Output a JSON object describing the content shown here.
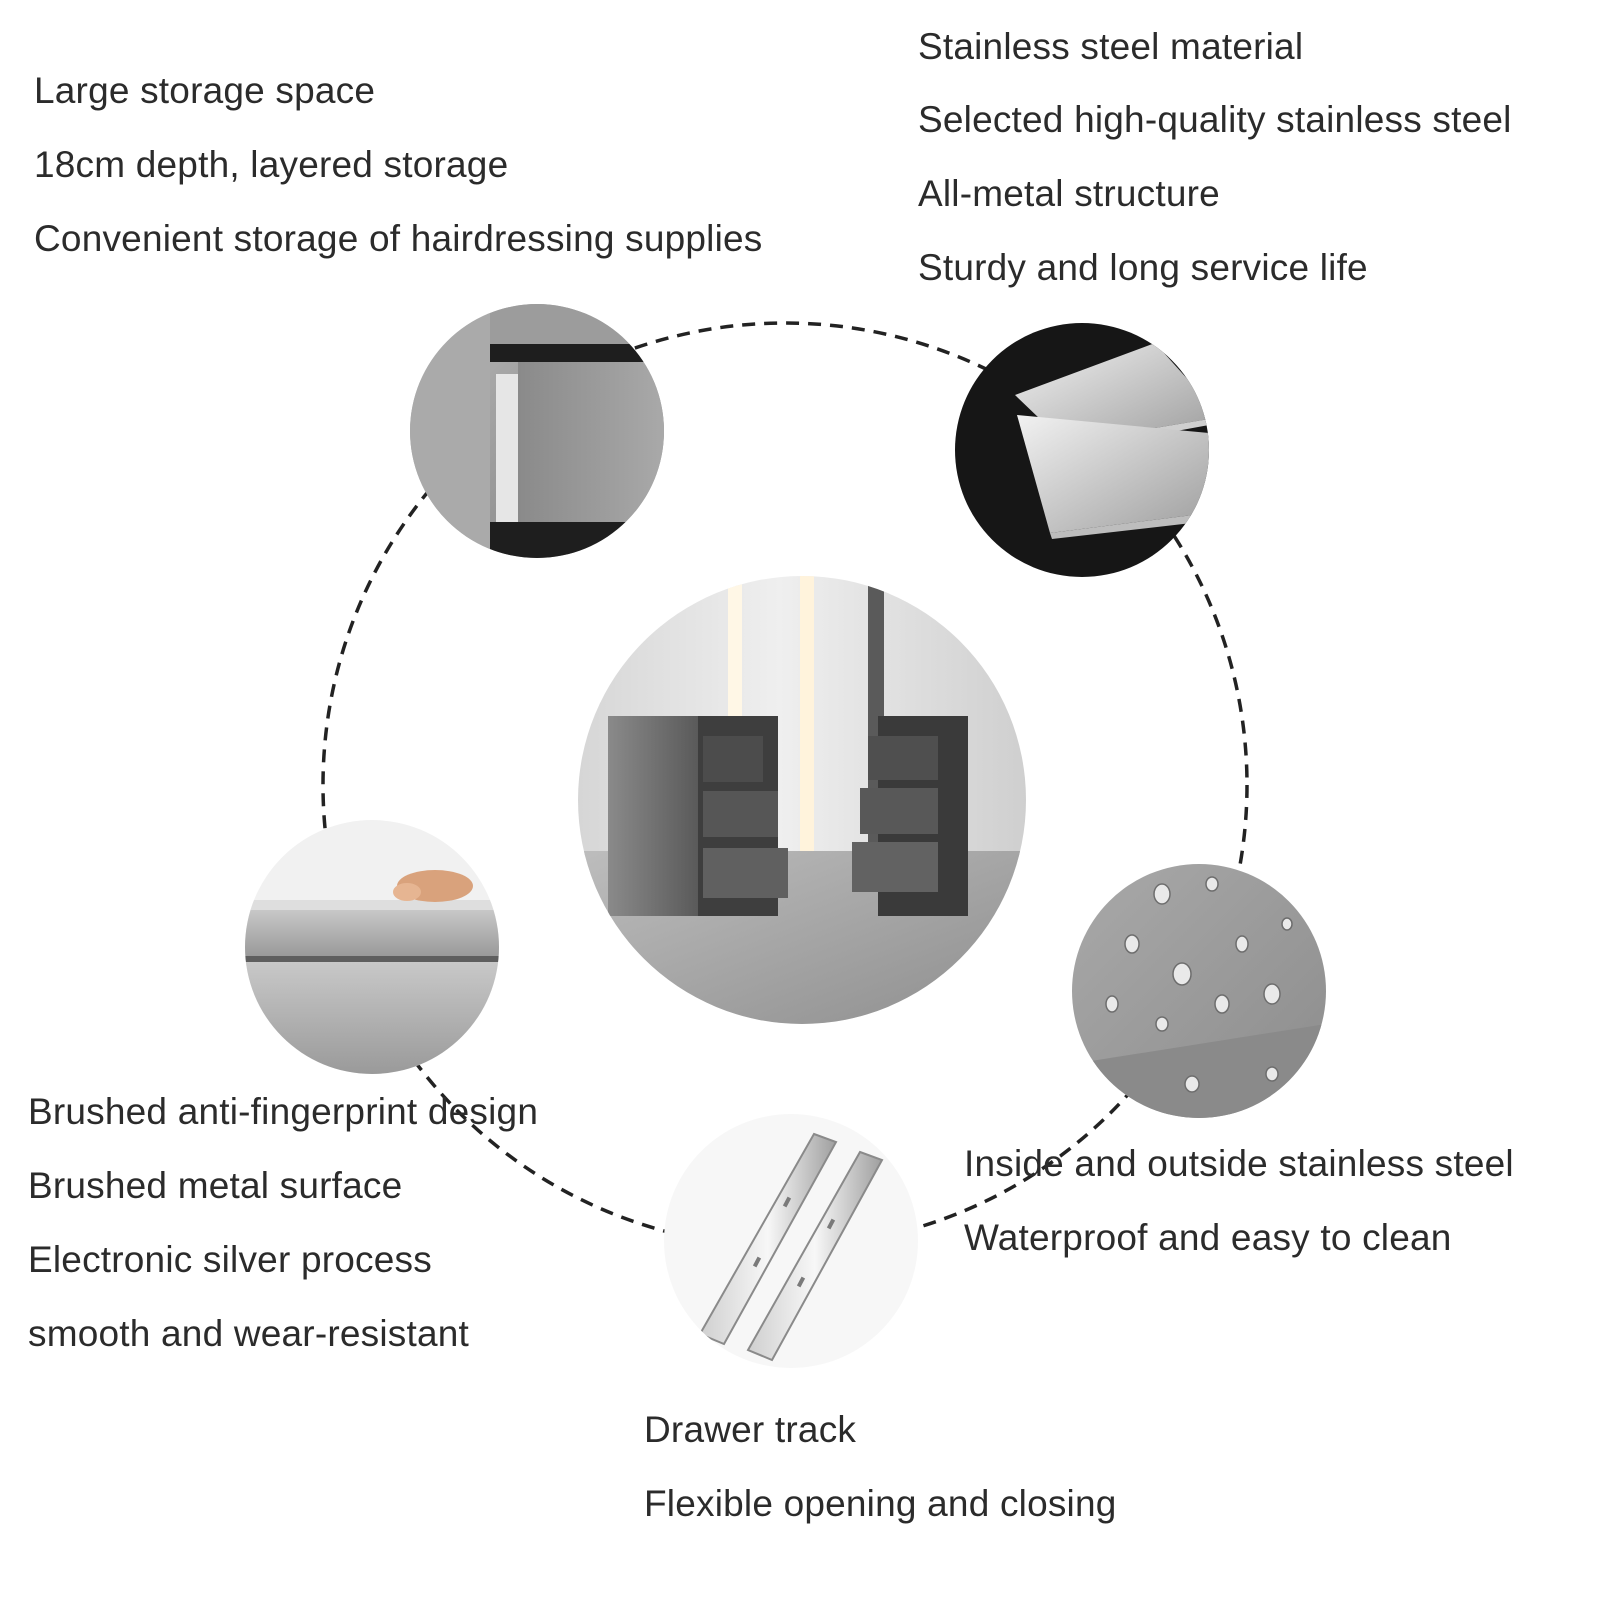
{
  "features": {
    "storage": {
      "title": "Large storage space",
      "line1": "18cm depth, layered storage",
      "line2": "Convenient storage of hairdressing supplies"
    },
    "material": {
      "title": "Stainless steel material",
      "line1": "Selected high-quality stainless steel",
      "line2": "All-metal structure",
      "line3": "Sturdy and long service life"
    },
    "surface": {
      "title": "Brushed anti-fingerprint design",
      "line1": "Brushed metal surface",
      "line2": "Electronic silver process",
      "line3": "smooth and wear-resistant"
    },
    "waterproof": {
      "title": "Inside and outside stainless steel",
      "line1": "Waterproof and easy to clean"
    },
    "track": {
      "title": "Drawer track",
      "line1": "Flexible opening and closing"
    }
  },
  "colors": {
    "text": "#2b2b2b",
    "ring": "#222222",
    "steel": "#9a9a9a",
    "dark": "#1b1b1b"
  },
  "icons": {
    "drawer": "drawer-closeup-image",
    "plates": "steel-plates-image",
    "cabinets": "cabinet-pair-image",
    "brushed": "brushed-surface-image",
    "droplets": "water-droplets-image",
    "rails": "drawer-rails-image"
  }
}
